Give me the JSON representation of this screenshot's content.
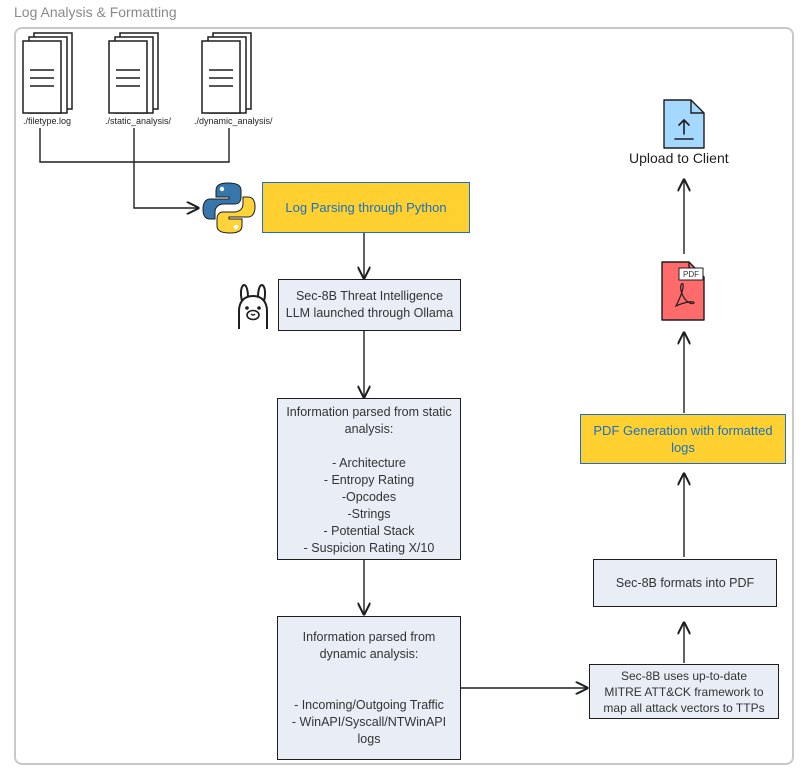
{
  "frame": {
    "title": "Log Analysis & Formatting"
  },
  "inputs": [
    {
      "label": "./filetype.log",
      "icon": "document-stack-icon"
    },
    {
      "label": "./static_analysis/",
      "icon": "document-stack-icon"
    },
    {
      "label": "./dynamic_analysis/",
      "icon": "document-stack-icon"
    }
  ],
  "nodes": {
    "parsing": {
      "text": "Log Parsing through Python",
      "icon": "python-logo-icon"
    },
    "llm": {
      "lines": [
        "Sec-8B Threat Intelligence",
        "LLM launched through Ollama"
      ],
      "icon": "ollama-llama-icon"
    },
    "static": {
      "lines": [
        "Information parsed from static",
        "analysis:",
        "",
        "- Architecture",
        "- Entropy Rating",
        "-Opcodes",
        "-Strings",
        "- Potential Stack",
        "- Suspicion Rating X/10"
      ]
    },
    "dynamic": {
      "lines": [
        "Information parsed from",
        "dynamic analysis:",
        "",
        "",
        "- Incoming/Outgoing Traffic",
        "- WinAPI/Syscall/NTWinAPI",
        "logs"
      ]
    },
    "mitre": {
      "lines": [
        "Sec-8B uses up-to-date",
        "MITRE ATT&CK framework to",
        "map all attack vectors to TTPs"
      ]
    },
    "format": {
      "text": "Sec-8B formats into PDF"
    },
    "pdfgen": {
      "lines": [
        "PDF Generation with formatted",
        "logs"
      ]
    },
    "pdf": {
      "badge": "PDF",
      "icon": "pdf-file-icon"
    },
    "upload": {
      "text": "Upload to Client",
      "icon": "file-upload-icon"
    }
  },
  "colors": {
    "yellow": "#ffd02f",
    "blue": "#1971c2",
    "light": "#e9eef6",
    "pdf_red": "#ff6b6b",
    "upload_blue": "#a5d8ff"
  }
}
